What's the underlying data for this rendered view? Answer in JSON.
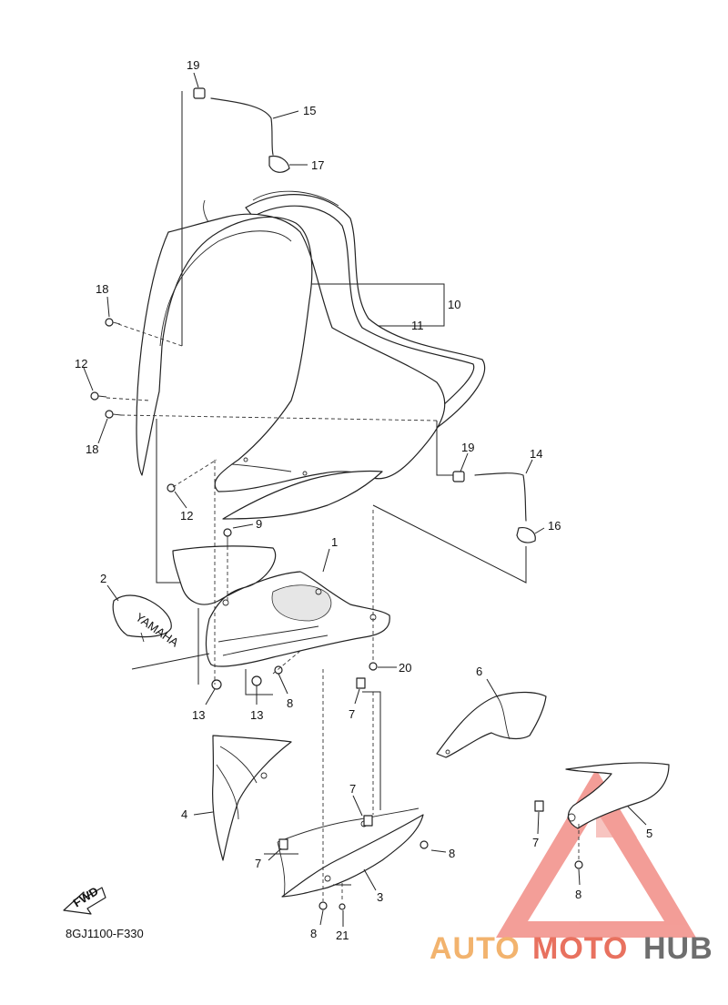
{
  "diagram": {
    "code": "8GJ1100-F330",
    "fwd_label": "FWD",
    "stamp_text": "YAMAHA",
    "callouts": [
      "19",
      "15",
      "17",
      "10",
      "11",
      "18",
      "12",
      "18",
      "19",
      "14",
      "16",
      "12",
      "9",
      "1",
      "2",
      "20",
      "13",
      "13",
      "8",
      "7",
      "6",
      "4",
      "7",
      "5",
      "7",
      "8",
      "7",
      "3",
      "8",
      "21",
      "8"
    ]
  },
  "watermark": {
    "part1": "AUTO",
    "part2": "MOTO",
    "part3": "HUB",
    "color1": "#f2b36e",
    "color2": "#e8715f",
    "color3": "#6e6e6e",
    "triangle_color": "#ef7d75"
  }
}
